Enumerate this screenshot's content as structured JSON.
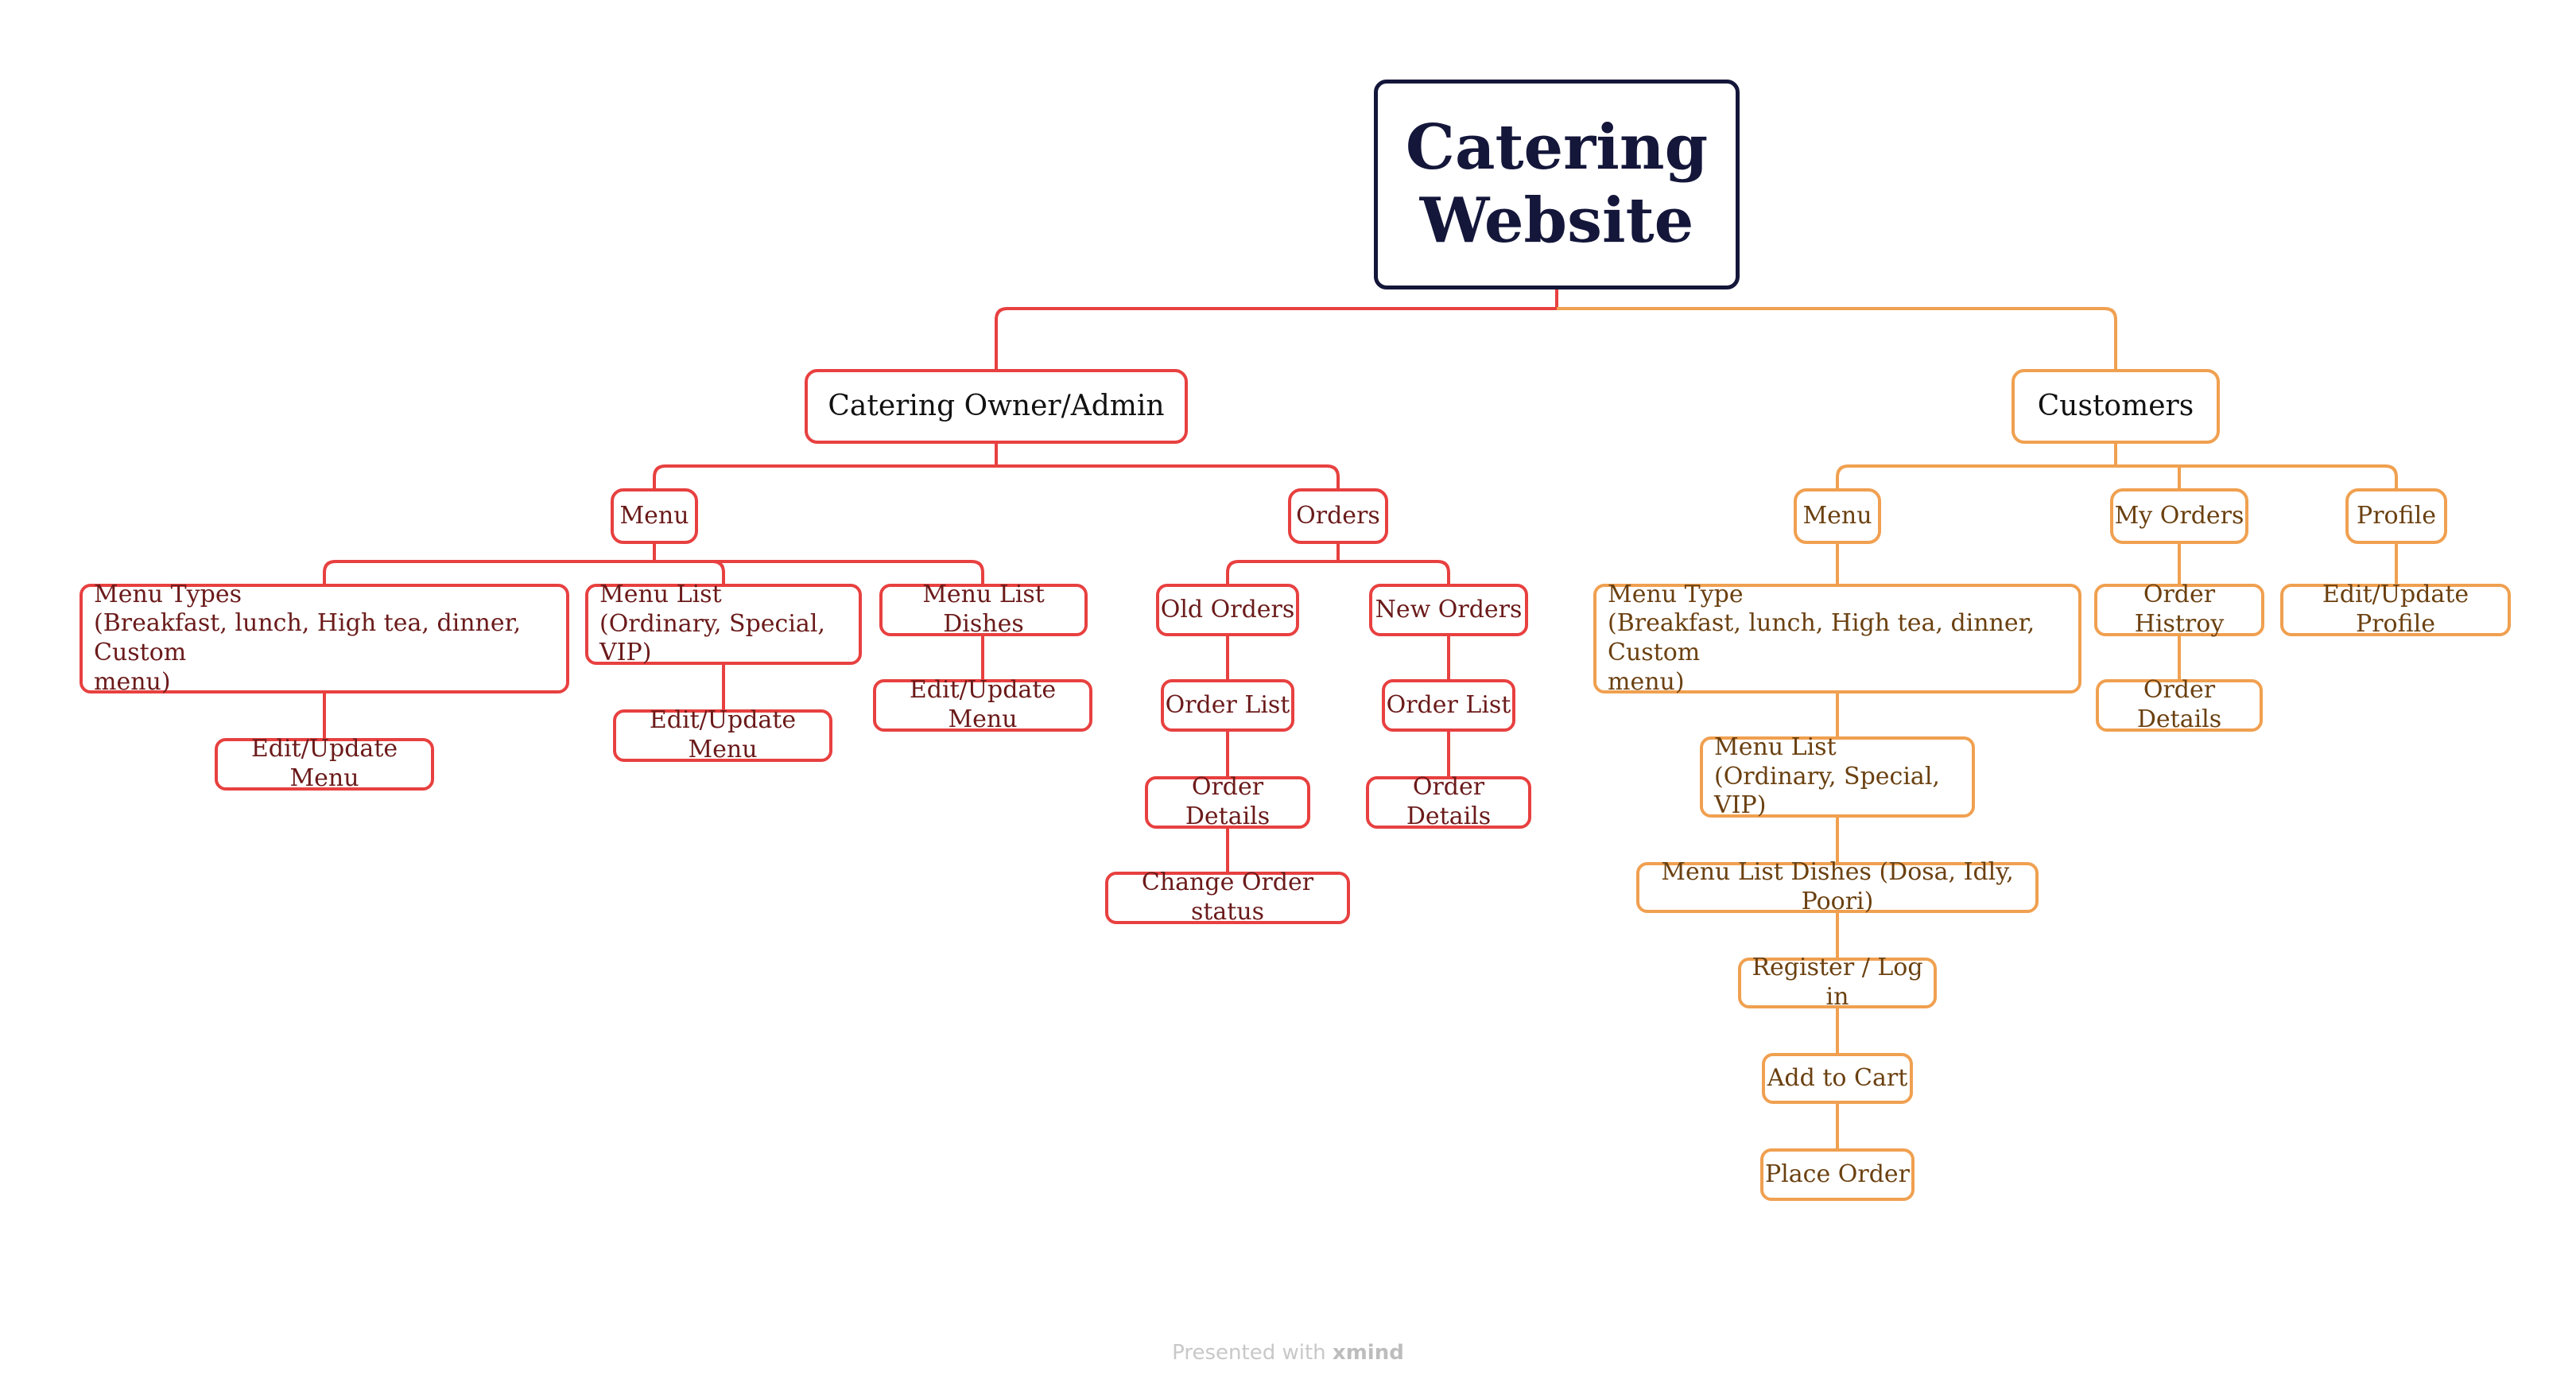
{
  "colors": {
    "root": "#14163a",
    "admin_branch": "#e84040",
    "admin_text": "#6b1a1a",
    "customer_branch": "#f0a050",
    "customer_text": "#6b4010"
  },
  "diagram": {
    "root": {
      "label": "Catering\nWebsite"
    },
    "admin": {
      "label": "Catering Owner/Admin",
      "menu": {
        "label": "Menu",
        "menu_types": {
          "label": "Menu Types\n(Breakfast, lunch, High tea, dinner, Custom\nmenu)"
        },
        "menu_types_edit": {
          "label": "Edit/Update Menu"
        },
        "menu_list": {
          "label": "Menu List\n(Ordinary, Special, VIP)"
        },
        "menu_list_edit": {
          "label": "Edit/Update Menu"
        },
        "menu_list_dishes": {
          "label": "Menu List Dishes"
        },
        "menu_list_dishes_edit": {
          "label": "Edit/Update Menu"
        }
      },
      "orders": {
        "label": "Orders",
        "old_orders": {
          "label": "Old Orders"
        },
        "old_order_list": {
          "label": "Order List"
        },
        "old_order_details": {
          "label": "Order Details"
        },
        "change_order_status": {
          "label": "Change Order status"
        },
        "new_orders": {
          "label": "New Orders"
        },
        "new_order_list": {
          "label": "Order List"
        },
        "new_order_details": {
          "label": "Order Details"
        }
      }
    },
    "customers": {
      "label": "Customers",
      "menu": {
        "label": "Menu",
        "menu_type": {
          "label": "Menu Type\n(Breakfast, lunch, High tea, dinner, Custom\nmenu)"
        },
        "menu_list": {
          "label": "Menu List\n(Ordinary, Special, VIP)"
        },
        "menu_list_dishes": {
          "label": "Menu List Dishes (Dosa, Idly, Poori)"
        },
        "register_login": {
          "label": "Register / Log in"
        },
        "add_to_cart": {
          "label": "Add to Cart"
        },
        "place_order": {
          "label": "Place Order"
        }
      },
      "my_orders": {
        "label": "My Orders",
        "order_history": {
          "label": "Order Histroy"
        },
        "order_details": {
          "label": "Order Details"
        }
      },
      "profile": {
        "label": "Profile",
        "edit_profile": {
          "label": "Edit/Update Profile"
        }
      }
    }
  },
  "footer": {
    "prefix": "Presented with",
    "brand": "xmind"
  }
}
